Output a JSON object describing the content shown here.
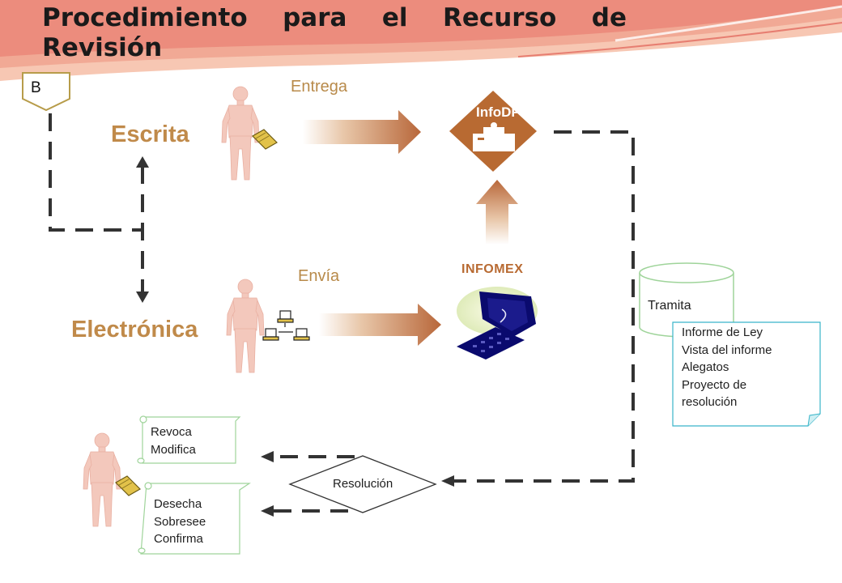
{
  "title": "Procedimiento para el Recurso de Revisión",
  "connector_label": "B",
  "modes": {
    "written": "Escrita",
    "electronic": "Electrónica"
  },
  "actions": {
    "deliver": "Entrega",
    "send": "Envía"
  },
  "systems": {
    "infodf": "InfoDF",
    "infomex": "INFOMEX"
  },
  "tramita": {
    "label": "Tramita"
  },
  "tramita_items": "Informe de Ley\nVista del informe\nAlegatos\nProyecto de\nresolución",
  "resolution": "Resolución",
  "outcome_1": "Revoca\nModifica",
  "outcome_2": "Desecha\nSobresee\nConfirma",
  "colors": {
    "title_text": "#1a1a1a",
    "header_band": "#e8746a",
    "label_tan": "#b88a4a",
    "diamond": "#b86a32",
    "computer": "#0a0a6e",
    "dash": "#333333",
    "figure": "#f3c8bc",
    "note_border": "#39b5c9",
    "scroll_border": "#9fd49a"
  }
}
